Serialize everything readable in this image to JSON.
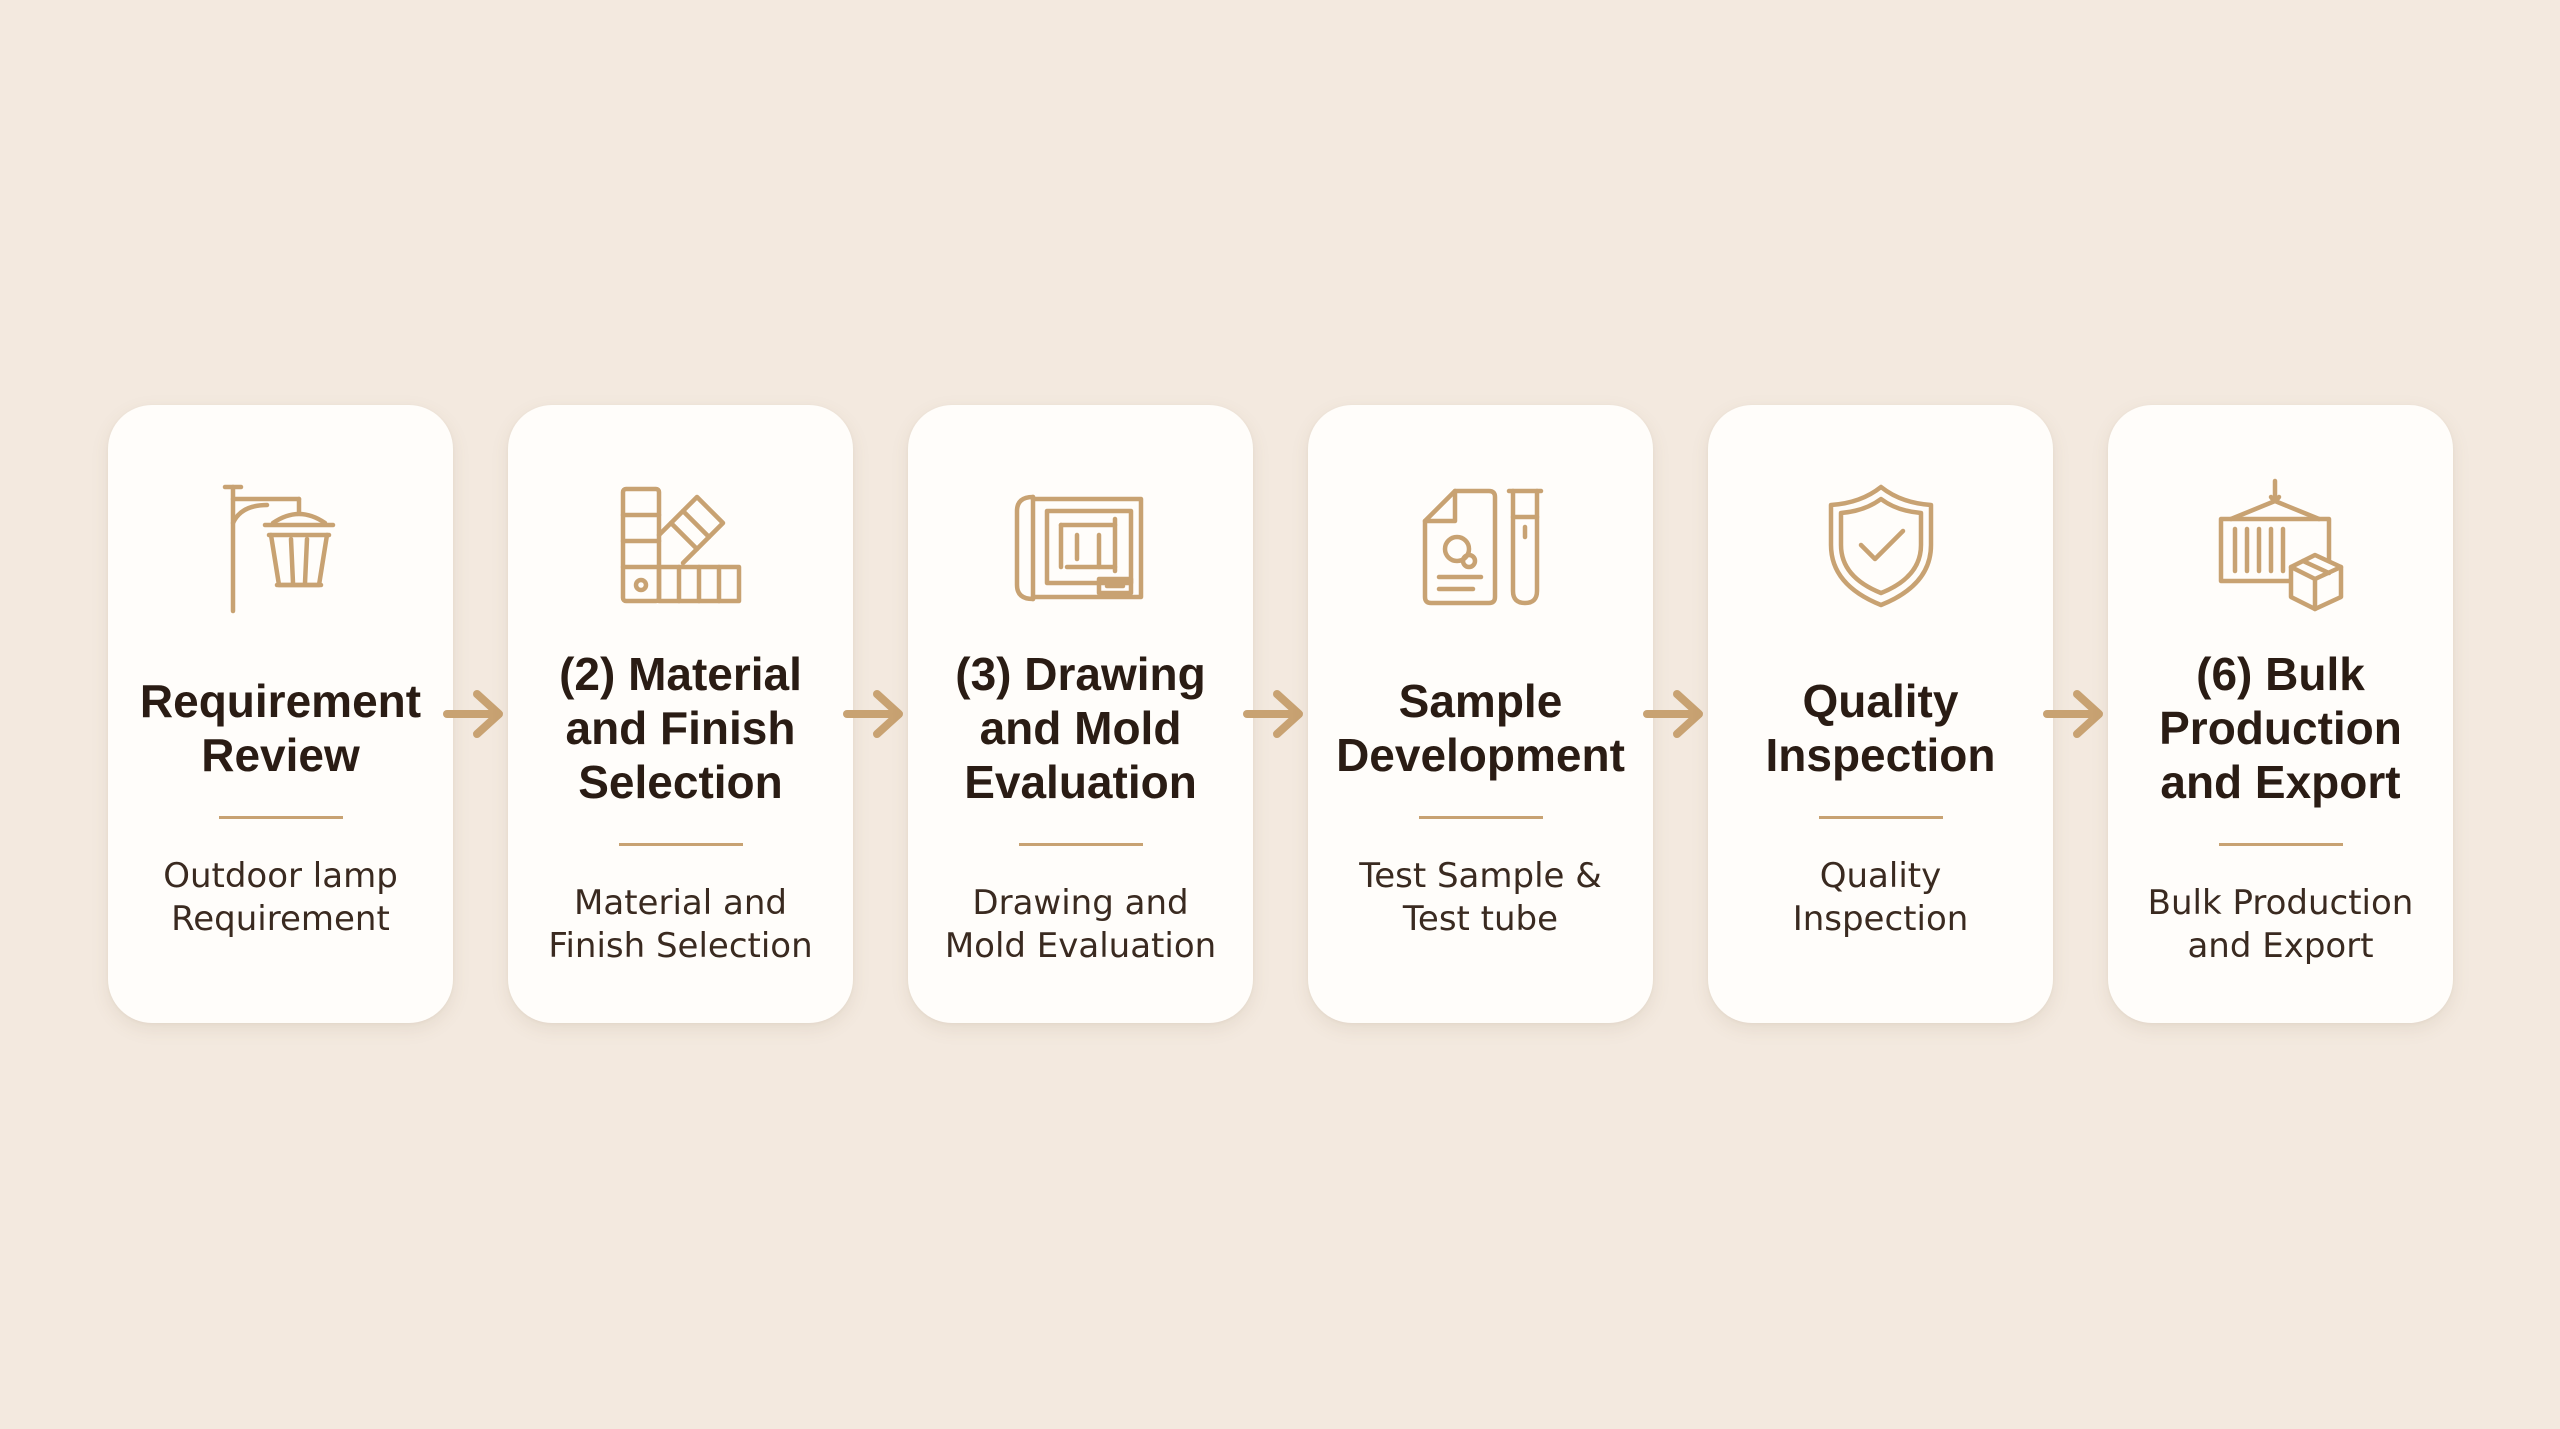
{
  "colors": {
    "background": "#f3e9df",
    "card": "#fffdfa",
    "accent": "#c8a272",
    "title_text": "#2a1c14",
    "body_text": "#3a2a20"
  },
  "steps": [
    {
      "icon": "outdoor-lamp-icon",
      "title": "Requirement\nReview",
      "description": "Outdoor lamp\nRequirement"
    },
    {
      "icon": "material-swatch-icon",
      "title": "(2) Material\nand Finish\nSelection",
      "description": "Material and\nFinish Selection"
    },
    {
      "icon": "blueprint-icon",
      "title": "(3) Drawing\nand Mold\nEvaluation",
      "description": "Drawing and\nMold Evaluation"
    },
    {
      "icon": "test-sample-icon",
      "title": "Sample\nDevelopment",
      "description": "Test Sample &\nTest tube"
    },
    {
      "icon": "shield-check-icon",
      "title": "Quality\nInspection",
      "description": "Quality\nInspection"
    },
    {
      "icon": "shipping-container-icon",
      "title": "(6) Bulk\nProduction\nand Export",
      "description": "Bulk Production\nand Export"
    }
  ]
}
